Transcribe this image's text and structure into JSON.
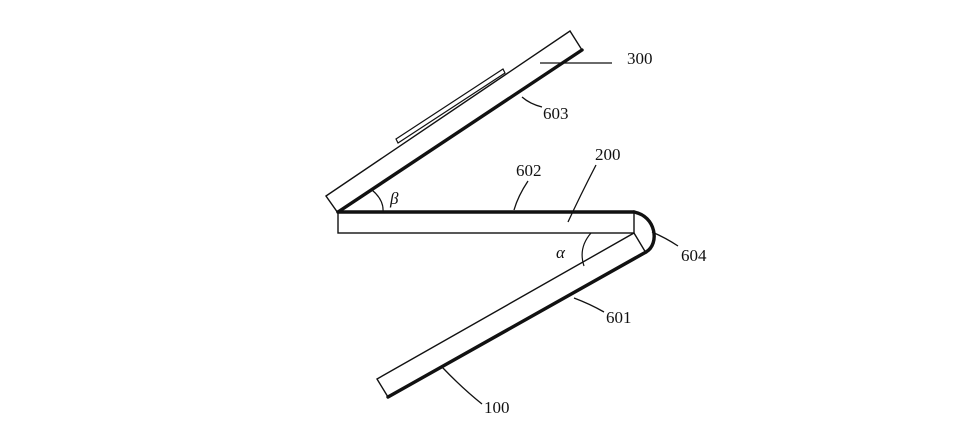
{
  "labels": {
    "panel_300": "300",
    "layer_603": "603",
    "layer_602": "602",
    "panel_200": "200",
    "hinge_604": "604",
    "layer_601": "601",
    "panel_100": "100"
  },
  "angles": {
    "beta": "β",
    "alpha": "α"
  },
  "colors": {
    "stroke": "#111111",
    "fill": "#ffffff"
  }
}
